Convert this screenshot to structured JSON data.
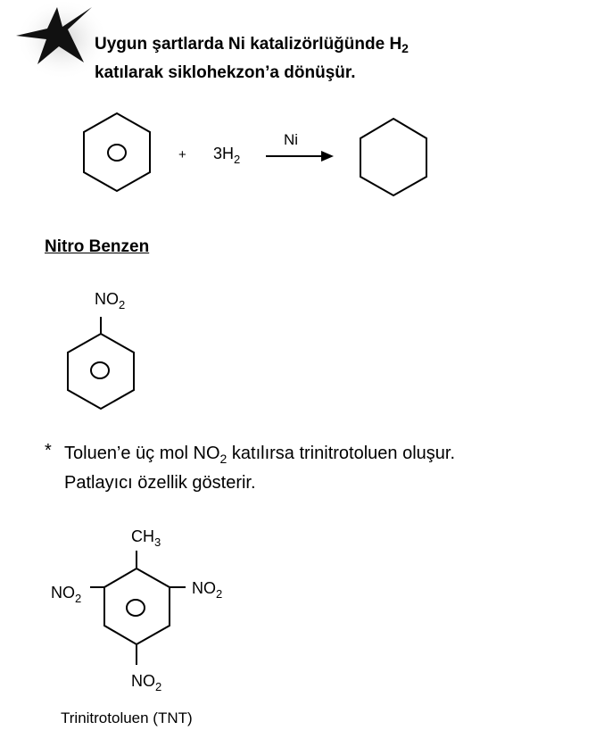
{
  "intro": {
    "line1_text": "Uygun şartlarda Ni katalizörlüğünde H",
    "line1_sub": "2",
    "line2_text": "katılarak siklohekzon’a dönüşür."
  },
  "reaction": {
    "plus": "+",
    "reagent": "3H",
    "reagent_sub": "2",
    "catalyst": "Ni"
  },
  "nitro": {
    "heading": "Nitro Benzen",
    "group": "NO",
    "group_sub": "2"
  },
  "note": {
    "bullet": "*",
    "line1_a": "Toluen’e üç mol NO",
    "line1_sub": "2",
    "line1_b": " katılırsa trinitrotoluen oluşur.",
    "line2": "Patlayıcı özellik gösterir."
  },
  "tnt": {
    "top_group": "CH",
    "top_sub": "3",
    "left_group": "NO",
    "left_sub": "2",
    "right_group": "NO",
    "right_sub": "2",
    "bottom_group": "NO",
    "bottom_sub": "2",
    "caption": "Trinitrotoluen (TNT)"
  },
  "colors": {
    "text": "#000000",
    "background": "#ffffff",
    "star": "#111111"
  }
}
